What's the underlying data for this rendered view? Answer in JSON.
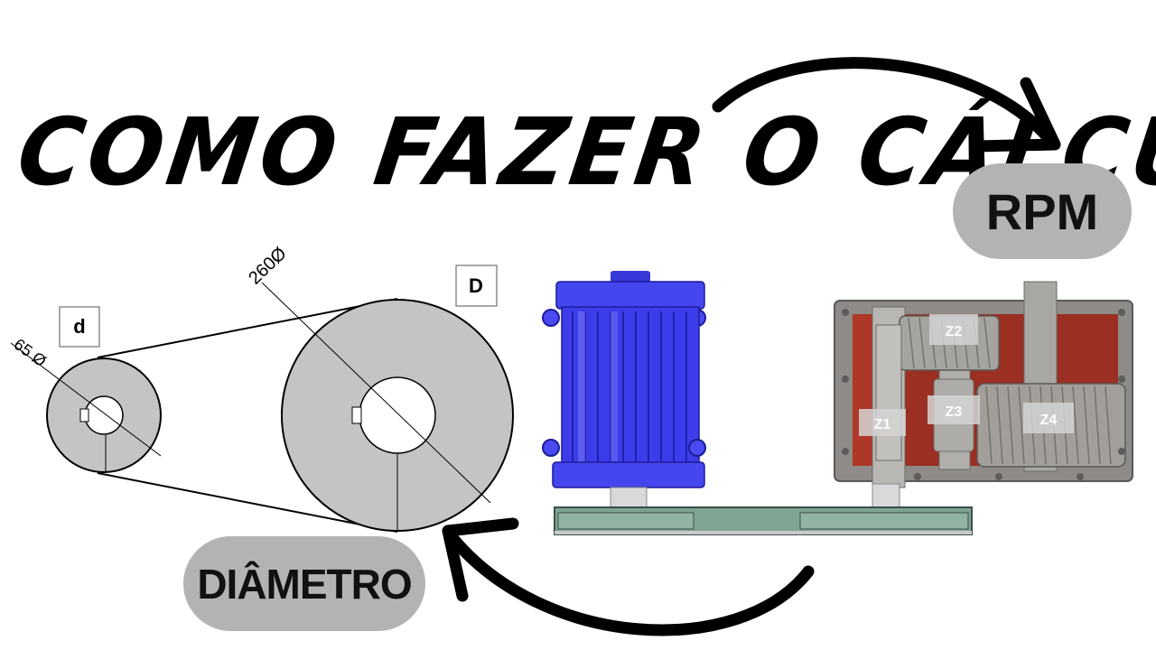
{
  "headline": "COMO FAZER O CÁLCULO",
  "badges": {
    "rpm": "RPM",
    "diameter": "DIÂMETRO"
  },
  "pulley_diagram": {
    "small_label": "d",
    "large_label": "D",
    "small_dimension": "65 Ø",
    "large_dimension": "260Ø"
  },
  "gears": [
    "Z1",
    "Z2",
    "Z3",
    "Z4"
  ],
  "colors": {
    "motor": "#3f3fe6",
    "belt": "#7fa493",
    "pulley": "#c4c4c4",
    "badge": "#b3b3b3",
    "gearbox": "#9a2f22"
  }
}
